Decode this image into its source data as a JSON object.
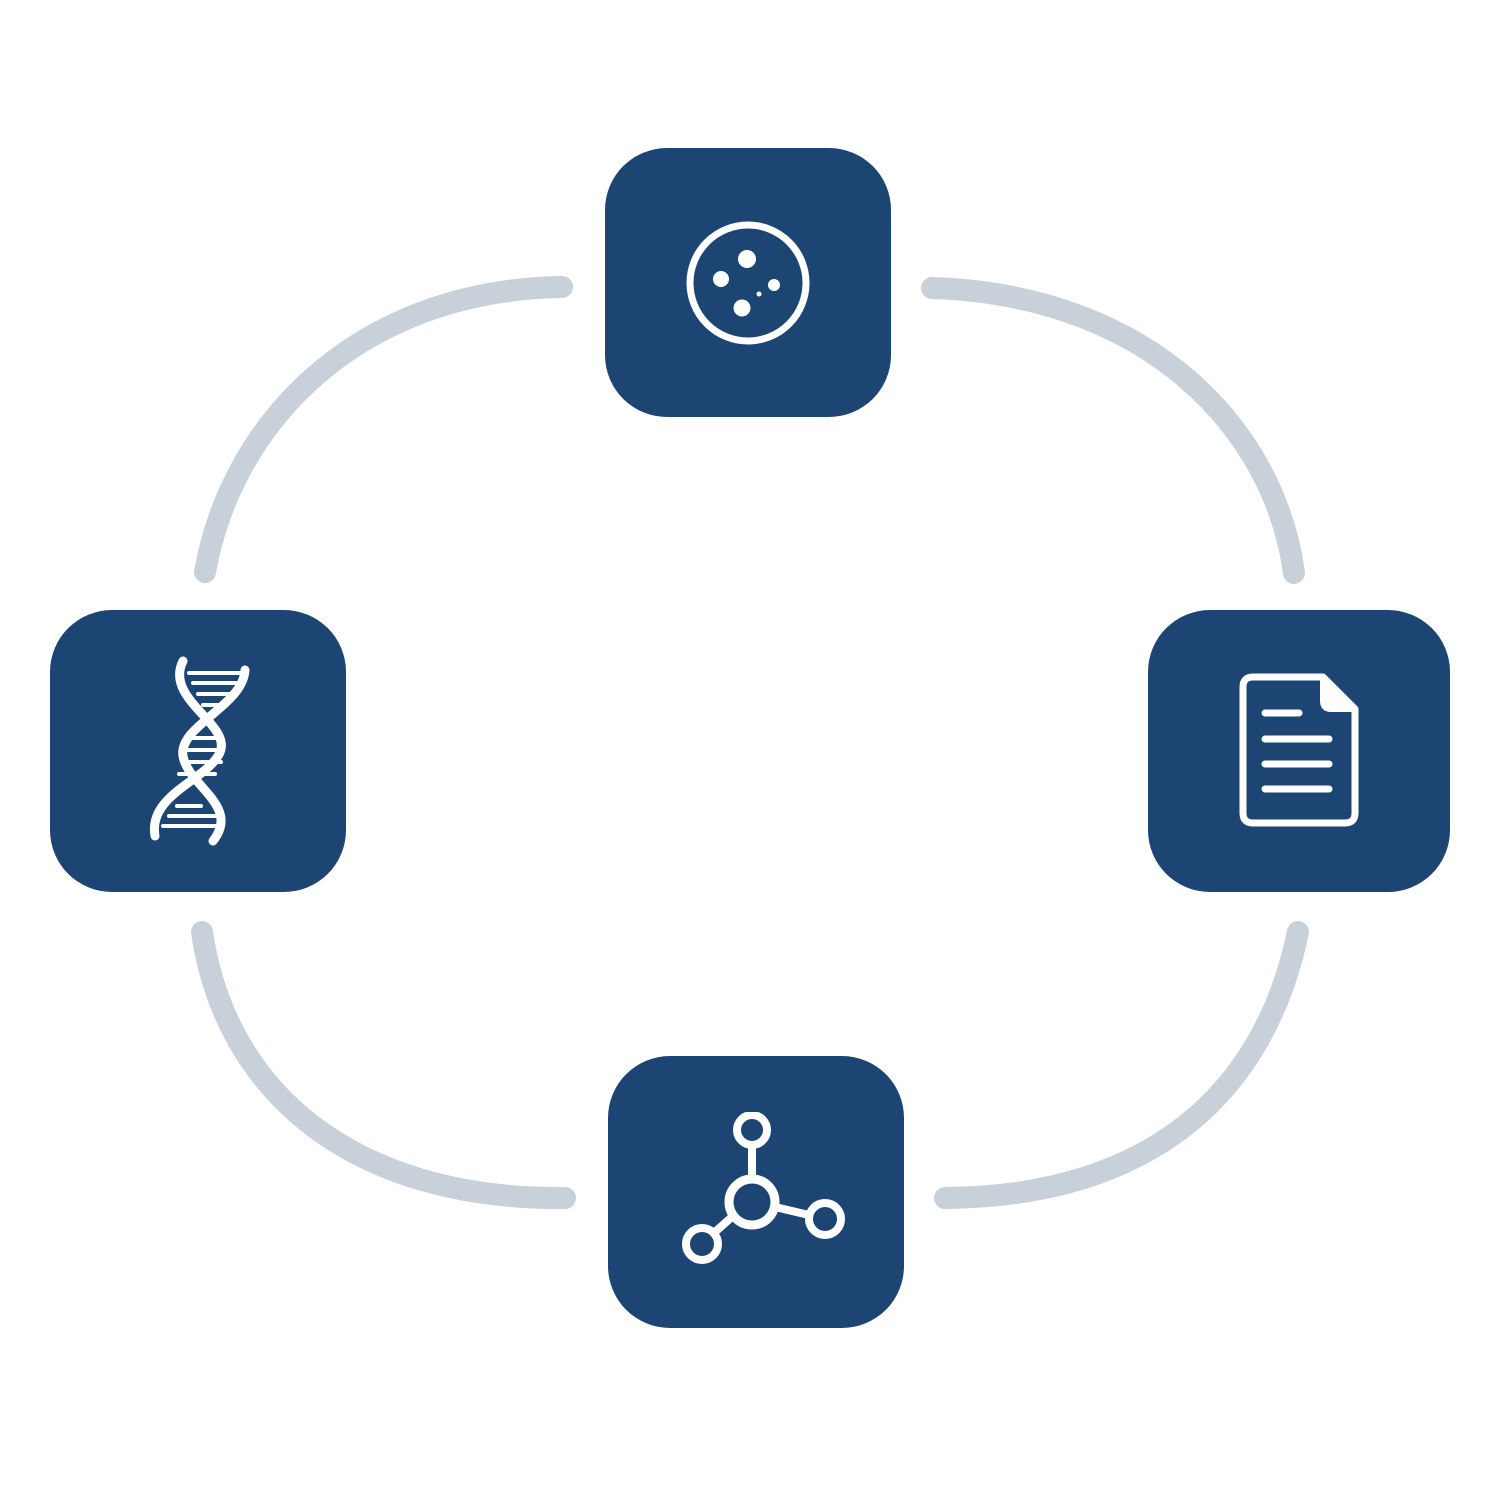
{
  "diagram": {
    "colors": {
      "node_fill": "#1d4573",
      "connector": "#c8d0d9",
      "icon_stroke": "#ffffff",
      "background": "#ffffff"
    },
    "nodes": [
      {
        "id": "top",
        "icon": "petri-dish-icon"
      },
      {
        "id": "right",
        "icon": "document-icon"
      },
      {
        "id": "bottom",
        "icon": "molecule-icon"
      },
      {
        "id": "left",
        "icon": "dna-icon"
      }
    ],
    "connectors": [
      {
        "from": "top",
        "to": "right"
      },
      {
        "from": "right",
        "to": "bottom"
      },
      {
        "from": "bottom",
        "to": "left"
      },
      {
        "from": "left",
        "to": "top"
      }
    ]
  }
}
